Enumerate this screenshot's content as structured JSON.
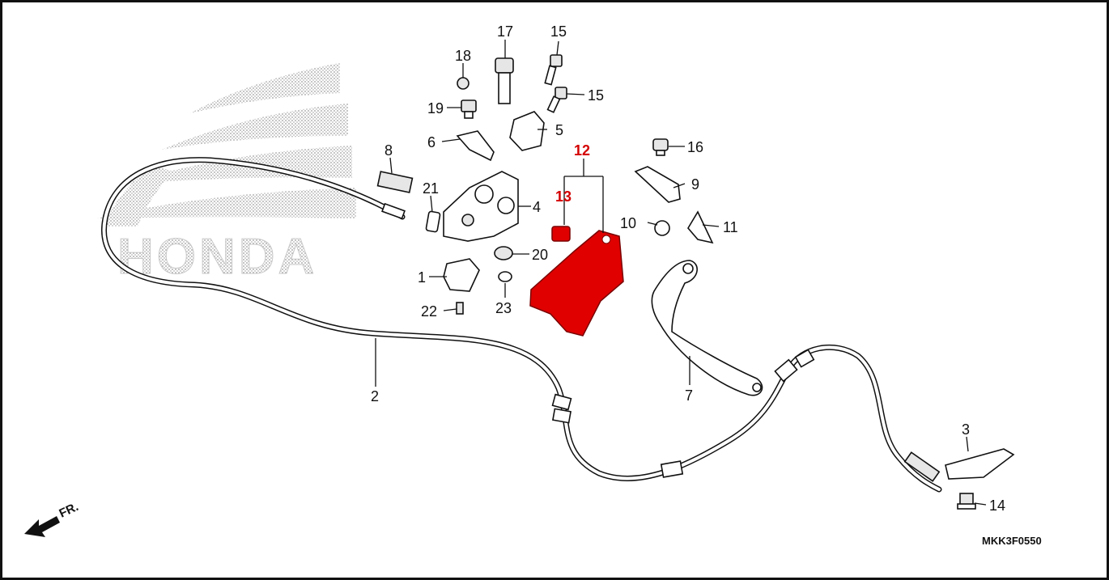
{
  "watermark": {
    "brand": "HONDA"
  },
  "callouts": [
    {
      "id": "1",
      "label": "1",
      "highlighted": false
    },
    {
      "id": "2",
      "label": "2",
      "highlighted": false
    },
    {
      "id": "3",
      "label": "3",
      "highlighted": false
    },
    {
      "id": "4",
      "label": "4",
      "highlighted": false
    },
    {
      "id": "5",
      "label": "5",
      "highlighted": false
    },
    {
      "id": "6",
      "label": "6",
      "highlighted": false
    },
    {
      "id": "7",
      "label": "7",
      "highlighted": false
    },
    {
      "id": "8",
      "label": "8",
      "highlighted": false
    },
    {
      "id": "9",
      "label": "9",
      "highlighted": false
    },
    {
      "id": "10",
      "label": "10",
      "highlighted": false
    },
    {
      "id": "11",
      "label": "11",
      "highlighted": false
    },
    {
      "id": "12",
      "label": "12",
      "highlighted": true
    },
    {
      "id": "13",
      "label": "13",
      "highlighted": true
    },
    {
      "id": "14",
      "label": "14",
      "highlighted": false
    },
    {
      "id": "15a",
      "label": "15",
      "highlighted": false
    },
    {
      "id": "15b",
      "label": "15",
      "highlighted": false
    },
    {
      "id": "16",
      "label": "16",
      "highlighted": false
    },
    {
      "id": "17",
      "label": "17",
      "highlighted": false
    },
    {
      "id": "18",
      "label": "18",
      "highlighted": false
    },
    {
      "id": "19",
      "label": "19",
      "highlighted": false
    },
    {
      "id": "20",
      "label": "20",
      "highlighted": false
    },
    {
      "id": "21",
      "label": "21",
      "highlighted": false
    },
    {
      "id": "22",
      "label": "22",
      "highlighted": false
    },
    {
      "id": "23",
      "label": "23",
      "highlighted": false
    }
  ],
  "direction_label": "FR.",
  "diagram_code": "MKK3F0550",
  "colors": {
    "highlight": "#e00000",
    "highlight_label": "#d40000",
    "line": "#111111",
    "background": "#ffffff"
  }
}
